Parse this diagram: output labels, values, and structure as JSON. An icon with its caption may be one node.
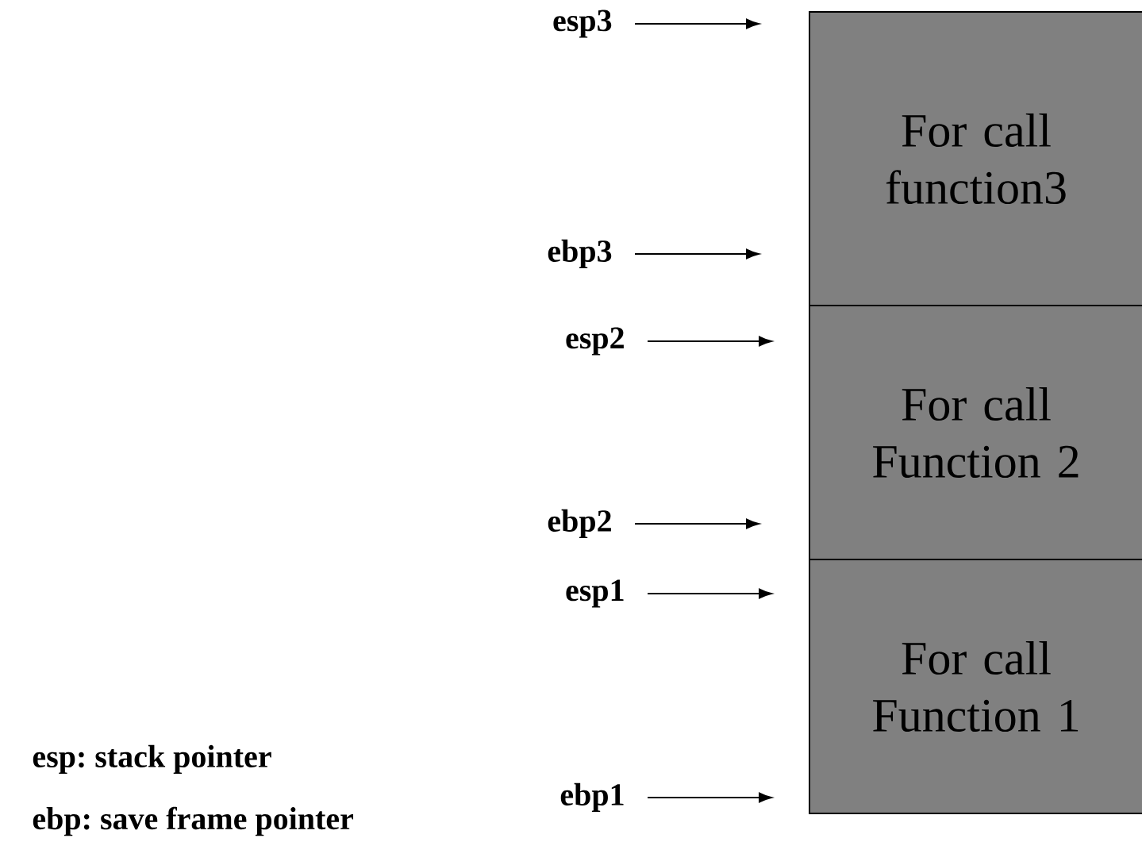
{
  "diagram": {
    "nodes": [
      {
        "text": [
          "esp3"
        ]
      },
      {
        "text": [
          "For call function3"
        ]
      },
      {
        "text": [
          "ebp3"
        ]
      },
      {
        "text": [
          "esp2"
        ]
      },
      {
        "text": [
          "For call Function 2"
        ]
      },
      {
        "text": [
          "ebp2"
        ]
      },
      {
        "text": [
          "esp1"
        ]
      },
      {
        "text": [
          "For call Function 1"
        ]
      },
      {
        "text": [
          "ebp1"
        ]
      }
    ],
    "edges": [
      {
        "from": 0,
        "to": null,
        "arrow": "to"
      },
      {
        "from": 2,
        "to": null,
        "arrow": "to"
      },
      {
        "from": 3,
        "to": null,
        "arrow": "to"
      },
      {
        "from": 5,
        "to": null,
        "arrow": "to"
      },
      {
        "from": 6,
        "to": null,
        "arrow": "to"
      },
      {
        "from": 8,
        "to": null,
        "arrow": "to"
      }
    ],
    "labels": [
      "esp: stack pointer",
      "ebp: save frame pointer"
    ]
  }
}
